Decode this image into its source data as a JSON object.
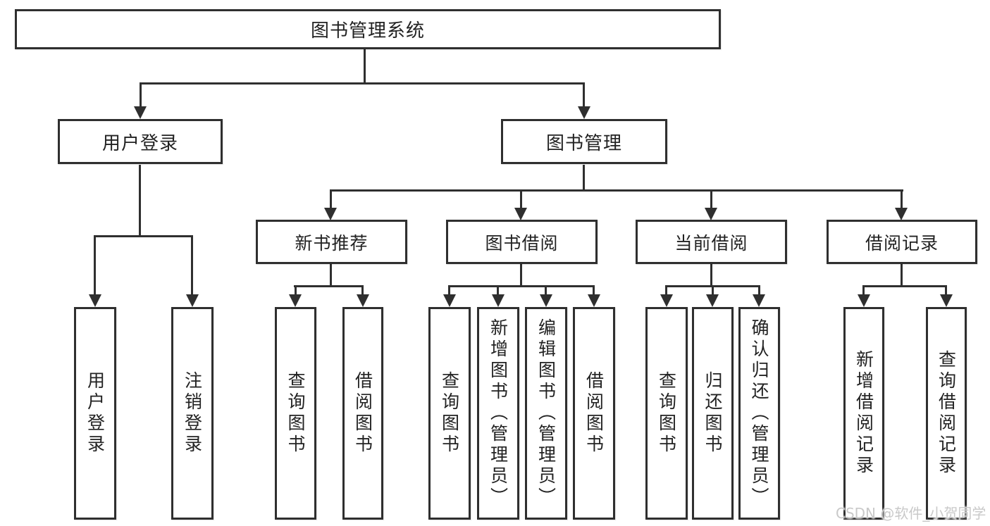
{
  "diagram": {
    "root": {
      "label": "图书管理系统"
    },
    "level2": [
      {
        "label": "用户登录"
      },
      {
        "label": "图书管理"
      }
    ],
    "level3": [
      {
        "label": "新书推荐"
      },
      {
        "label": "图书借阅"
      },
      {
        "label": "当前借阅"
      },
      {
        "label": "借阅记录"
      }
    ],
    "leaves": {
      "user_login": [
        "用户登录",
        "注销登录"
      ],
      "new_book": [
        "查询图书",
        "借阅图书"
      ],
      "book_borrow": [
        "查询图书",
        "新增图书（管理员）",
        "编辑图书（管理员）",
        "借阅图书"
      ],
      "current_borrow": [
        "查询图书",
        "归还图书",
        "确认归还（管理员）"
      ],
      "borrow_record": [
        "新增借阅记录",
        "查询借阅记录"
      ]
    }
  },
  "watermark": {
    "text": "CSDN @软件_小贺同学"
  },
  "colors": {
    "line": "#2f2f2f",
    "text": "#222222",
    "watermark": "#c9c9c9",
    "background": "#ffffff"
  }
}
